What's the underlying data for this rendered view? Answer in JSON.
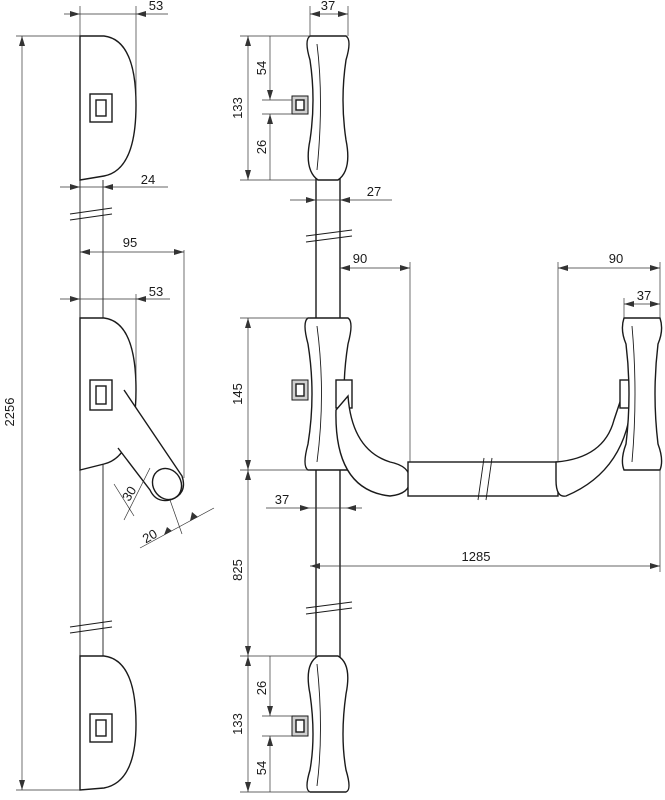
{
  "side_view": {
    "overall_height": "2256",
    "top_cover_depth": "53",
    "bar_offset": "24",
    "handle_projection": "95",
    "middle_cover_depth": "53",
    "handle_angle_diameter": "30",
    "handle_end_size": "20"
  },
  "front_view": {
    "top_cover_width": "37",
    "top_cover_height": "133",
    "top_upper_offset": "54",
    "top_lower_offset": "26",
    "rod_width": "27",
    "left_handle_reach": "90",
    "right_handle_reach": "90",
    "right_cover_width": "37",
    "middle_housing_height": "145",
    "middle_rod_width": "37",
    "overall_width": "1285",
    "middle_to_bottom": "825",
    "bottom_upper_offset": "26",
    "bottom_cover_height": "133",
    "bottom_lower_offset": "54"
  }
}
